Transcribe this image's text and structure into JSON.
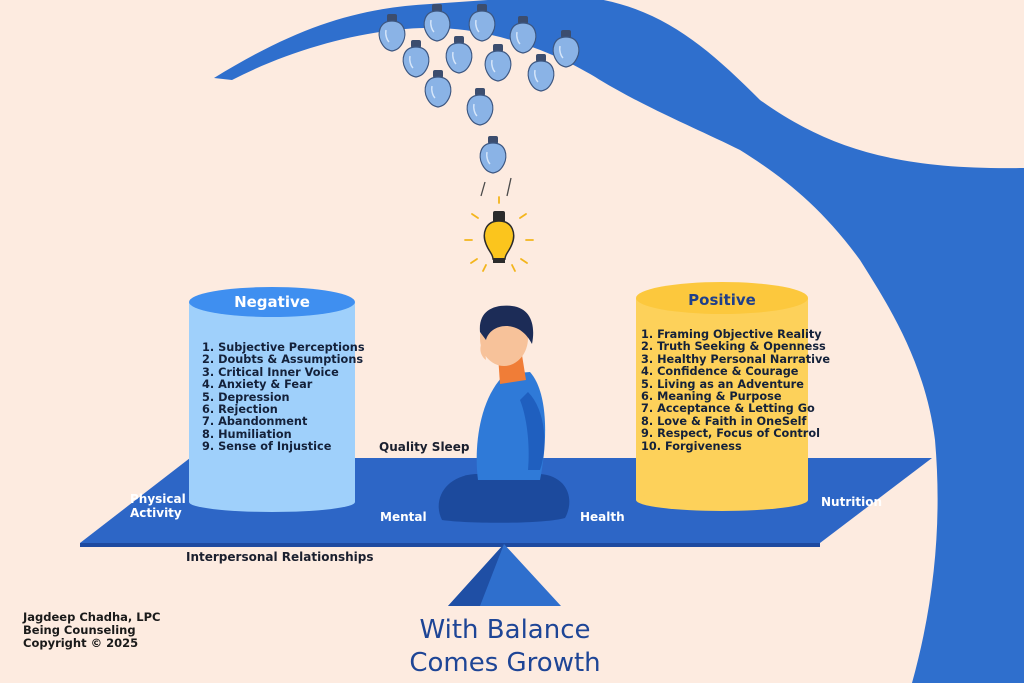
{
  "negative": {
    "title": "Negative",
    "items": [
      "1. Subjective Perceptions",
      "2. Doubts & Assumptions",
      "3. Critical Inner Voice",
      "4. Anxiety & Fear",
      "5. Depression",
      "6. Rejection",
      "7. Abandonment",
      "8. Humiliation",
      "9. Sense of Injustice"
    ],
    "color": "#9fd0fb"
  },
  "positive": {
    "title": "Positive",
    "items": [
      "1. Framing Objective Reality",
      "2. Truth Seeking & Openness",
      "3. Healthy Personal Narrative",
      "4. Confidence & Courage",
      "5. Living as an Adventure",
      "6. Meaning & Purpose",
      "7. Acceptance & Letting Go",
      "8. Love & Faith in OneSelf",
      "9. Respect, Focus of Control",
      "10. Forgiveness"
    ],
    "color": "#fdd15a"
  },
  "platform_labels": {
    "quality_sleep": "Quality Sleep",
    "physical_activity_1": "Physical",
    "physical_activity_2": "Activity",
    "mental": "Mental",
    "health": "Health",
    "nutrition": "Nutrition",
    "interpersonal": "Interpersonal Relationships"
  },
  "tagline": {
    "line1": "With Balance",
    "line2": "Comes Growth"
  },
  "credit": {
    "line1": "Jagdeep Chadha, LPC",
    "line2": "Being Counseling",
    "line3": "Copyright © 2025"
  },
  "icons": {
    "tree": "tree-branch-icon",
    "bulbs": "light-bulb-icon",
    "lit_bulb": "lit-bulb-icon",
    "person": "meditating-person-icon",
    "fulcrum": "fulcrum-icon"
  },
  "colors": {
    "background": "#fdebe0",
    "tree": "#2f6fcd",
    "platform": "#2d66c6",
    "bulb": "#8ab3e6",
    "lit_bulb": "#fbc51d",
    "tagline": "#1e4596"
  }
}
